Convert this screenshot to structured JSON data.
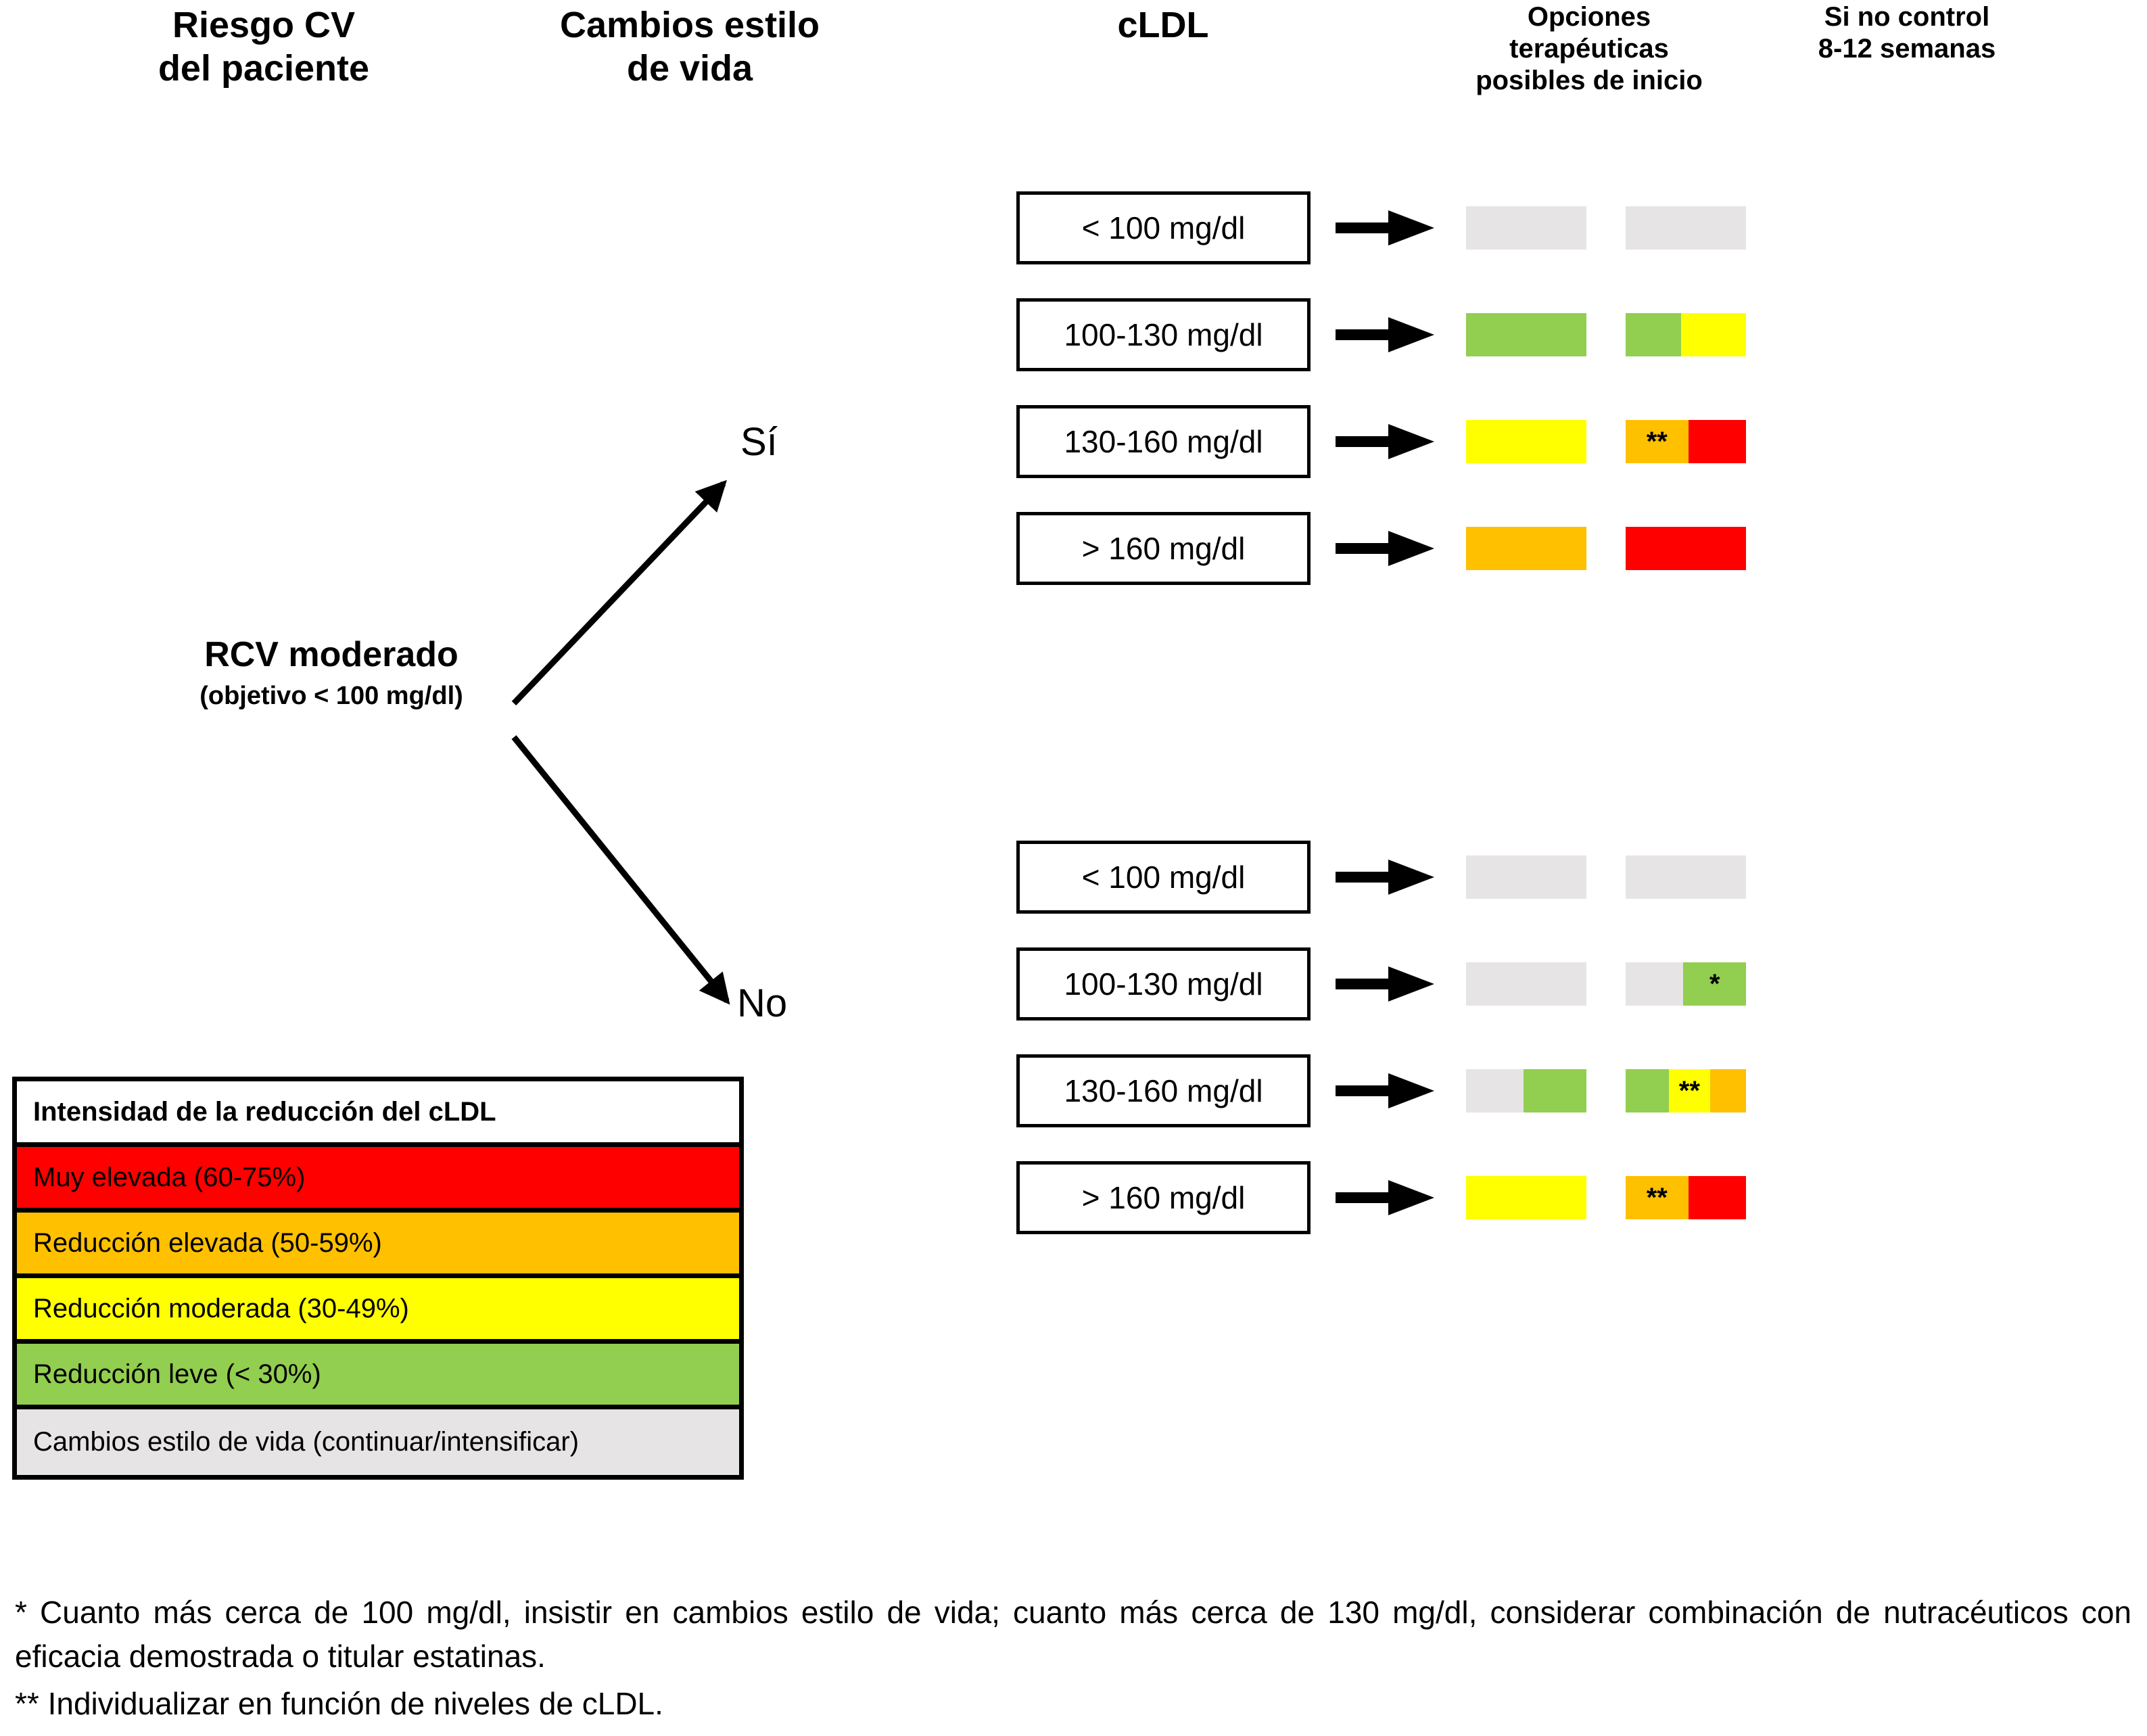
{
  "headers": {
    "riesgo": "Riesgo CV\ndel paciente",
    "cambios": "Cambios estilo\nde vida",
    "cldl": "cLDL",
    "opciones": "Opciones\nterapéuticas\nposibles de inicio",
    "si_no_control": "Si no control\n8-12 semanas"
  },
  "root": {
    "title": "RCV moderado",
    "subtitle": "(objetivo < 100 mg/dl)"
  },
  "branches": {
    "yes_label": "Sí",
    "no_label": "No"
  },
  "colors": {
    "red": "#FF0000",
    "orange": "#FFC000",
    "yellow": "#FFFF00",
    "green": "#92CE4F",
    "gray": "#E6E4E4",
    "border": "#000000"
  },
  "branch_groups": [
    {
      "branch": "Sí",
      "rows": [
        {
          "ldl": "< 100 mg/dl",
          "opciones": [
            {
              "color": "#E6E4E4",
              "width": 100,
              "mark": ""
            }
          ],
          "si_no_control": [
            {
              "color": "#E6E4E4",
              "width": 100,
              "mark": ""
            }
          ]
        },
        {
          "ldl": "100-130 mg/dl",
          "opciones": [
            {
              "color": "#92CE4F",
              "width": 100,
              "mark": ""
            }
          ],
          "si_no_control": [
            {
              "color": "#92CE4F",
              "width": 46,
              "mark": ""
            },
            {
              "color": "#FFFF00",
              "width": 54,
              "mark": ""
            }
          ]
        },
        {
          "ldl": "130-160 mg/dl",
          "opciones": [
            {
              "color": "#FFFF00",
              "width": 100,
              "mark": ""
            }
          ],
          "si_no_control": [
            {
              "color": "#FFC000",
              "width": 52,
              "mark": "**"
            },
            {
              "color": "#FF0000",
              "width": 48,
              "mark": ""
            }
          ]
        },
        {
          "ldl": "> 160 mg/dl",
          "opciones": [
            {
              "color": "#FFC000",
              "width": 100,
              "mark": ""
            }
          ],
          "si_no_control": [
            {
              "color": "#FF0000",
              "width": 100,
              "mark": ""
            }
          ]
        }
      ]
    },
    {
      "branch": "No",
      "rows": [
        {
          "ldl": "< 100 mg/dl",
          "opciones": [
            {
              "color": "#E6E4E4",
              "width": 100,
              "mark": ""
            }
          ],
          "si_no_control": [
            {
              "color": "#E6E4E4",
              "width": 100,
              "mark": ""
            }
          ]
        },
        {
          "ldl": "100-130 mg/dl",
          "opciones": [
            {
              "color": "#E6E4E4",
              "width": 100,
              "mark": ""
            }
          ],
          "si_no_control": [
            {
              "color": "#E6E4E4",
              "width": 48,
              "mark": ""
            },
            {
              "color": "#92CE4F",
              "width": 52,
              "mark": "*"
            }
          ]
        },
        {
          "ldl": "130-160 mg/dl",
          "opciones": [
            {
              "color": "#E6E4E4",
              "width": 48,
              "mark": ""
            },
            {
              "color": "#92CE4F",
              "width": 52,
              "mark": ""
            }
          ],
          "si_no_control": [
            {
              "color": "#92CE4F",
              "width": 36,
              "mark": ""
            },
            {
              "color": "#FFFF00",
              "width": 34,
              "mark": "**"
            },
            {
              "color": "#FFC000",
              "width": 30,
              "mark": ""
            }
          ]
        },
        {
          "ldl": "> 160 mg/dl",
          "opciones": [
            {
              "color": "#FFFF00",
              "width": 100,
              "mark": ""
            }
          ],
          "si_no_control": [
            {
              "color": "#FFC000",
              "width": 52,
              "mark": "**"
            },
            {
              "color": "#FF0000",
              "width": 48,
              "mark": ""
            }
          ]
        }
      ]
    }
  ],
  "legend": {
    "title": "Intensidad de la reducción del cLDL",
    "items": [
      {
        "label": "Muy elevada (60-75%)",
        "color": "#FF0000"
      },
      {
        "label": "Reducción elevada (50-59%)",
        "color": "#FFC000"
      },
      {
        "label": "Reducción moderada (30-49%)",
        "color": "#FFFF00"
      },
      {
        "label": "Reducción leve (< 30%)",
        "color": "#92CE4F"
      },
      {
        "label": "Cambios estilo de vida (continuar/intensificar)",
        "color": "#E6E4E4"
      }
    ]
  },
  "footnotes": {
    "one": "* Cuanto más cerca de 100 mg/dl, insistir en cambios estilo de vida; cuanto más cerca de 130 mg/dl, considerar combinación de nutracéuticos con eficacia demostrada o titular estatinas.",
    "two": "** Individualizar en función de niveles de cLDL."
  }
}
